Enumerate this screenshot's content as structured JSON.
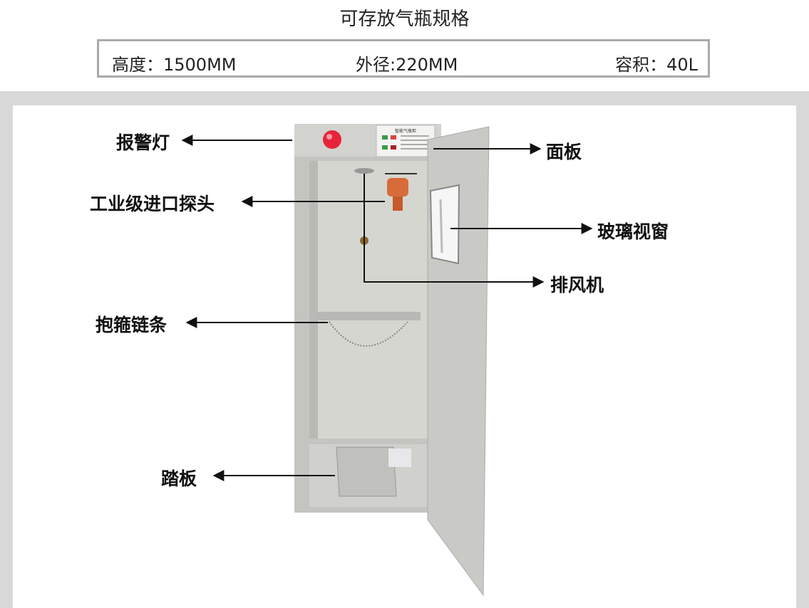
{
  "header": {
    "title": "可存放气瓶规格"
  },
  "specs": {
    "height": "高度：1500MM",
    "diameter": "外径:220MM",
    "volume": "容积：40L"
  },
  "panel_sign": "智能气瓶柜",
  "labels": {
    "alarm_light": "报警灯",
    "panel": "面板",
    "probe": "工业级进口探头",
    "glass_window": "玻璃视窗",
    "fan": "排风机",
    "chain": "抱箍链条",
    "pedal": "踏板"
  },
  "colors": {
    "frame_gray": "#d9d9d9",
    "cabinet_gray": "#c9cac6",
    "alarm_red": "#e8243a"
  }
}
